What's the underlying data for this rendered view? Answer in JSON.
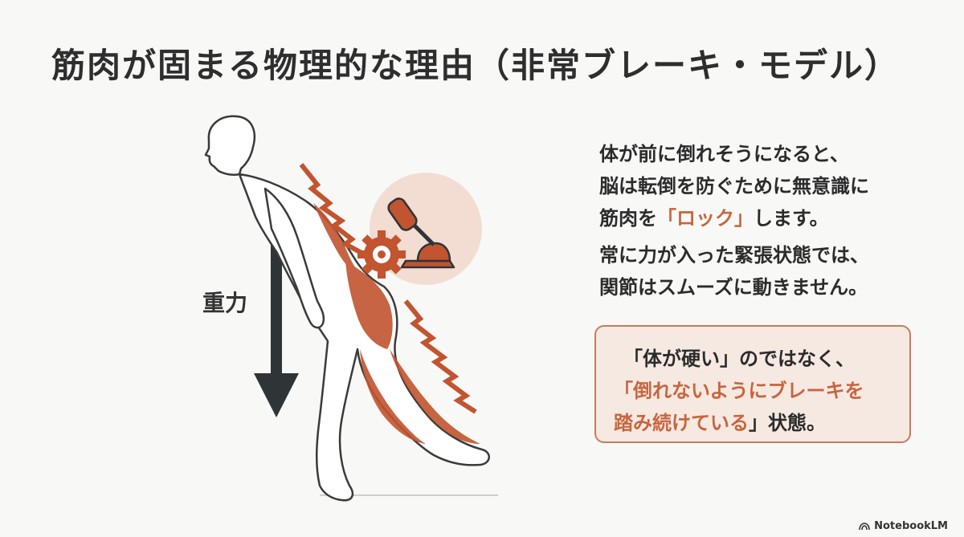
{
  "title": "筋肉が固まる物理的な理由（非常ブレーキ・モデル）",
  "gravity_label": "重力",
  "description": {
    "line1": "体が前に倒れそうになると、",
    "line2": "脳は転倒を防ぐために無意識に",
    "line3_pre": "筋肉を",
    "line3_accent": "「ロック」",
    "line3_post": "します。",
    "line4": "常に力が入った緊張状態では、",
    "line5": "関節はスムーズに動きません。"
  },
  "callout": {
    "line1": "「体が硬い」のではなく、",
    "line2_accent": "「倒れないようにブレーキを",
    "line3_accent": "踏み続けている",
    "line3_post": "」状態。"
  },
  "brand": "NotebookLM",
  "colors": {
    "accent": "#c8653f",
    "muscle": "#c2542f",
    "arrow": "#2f3437",
    "callout_bg": "#f6e9e2",
    "callout_border": "#c87b5b"
  }
}
